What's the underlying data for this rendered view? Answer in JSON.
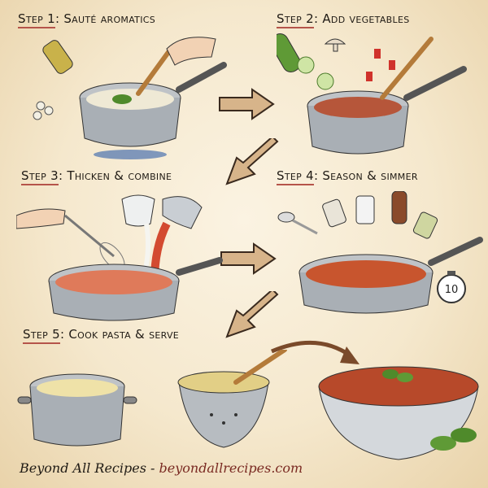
{
  "steps": [
    {
      "num": "Step 1",
      "title": "Sauté aromatics"
    },
    {
      "num": "Step 2",
      "title": "Add vegetables"
    },
    {
      "num": "Step 3",
      "title": "Thicken & combine"
    },
    {
      "num": "Step 4",
      "title": "Season & simmer"
    },
    {
      "num": "Step 5",
      "title": "Cook pasta & serve"
    }
  ],
  "timer": {
    "value": "10"
  },
  "footer": {
    "brand": "Beyond All Recipes",
    "separator": " - ",
    "url": "beyondallrecipes.com"
  },
  "colors": {
    "parchment": "#f5e8cd",
    "underline": "#b5544a",
    "sauce": "#c8552e",
    "basil": "#4f8a2b",
    "steel": "#9aa0a6",
    "arrow": "#d7b48a",
    "url": "#7a2a22"
  }
}
